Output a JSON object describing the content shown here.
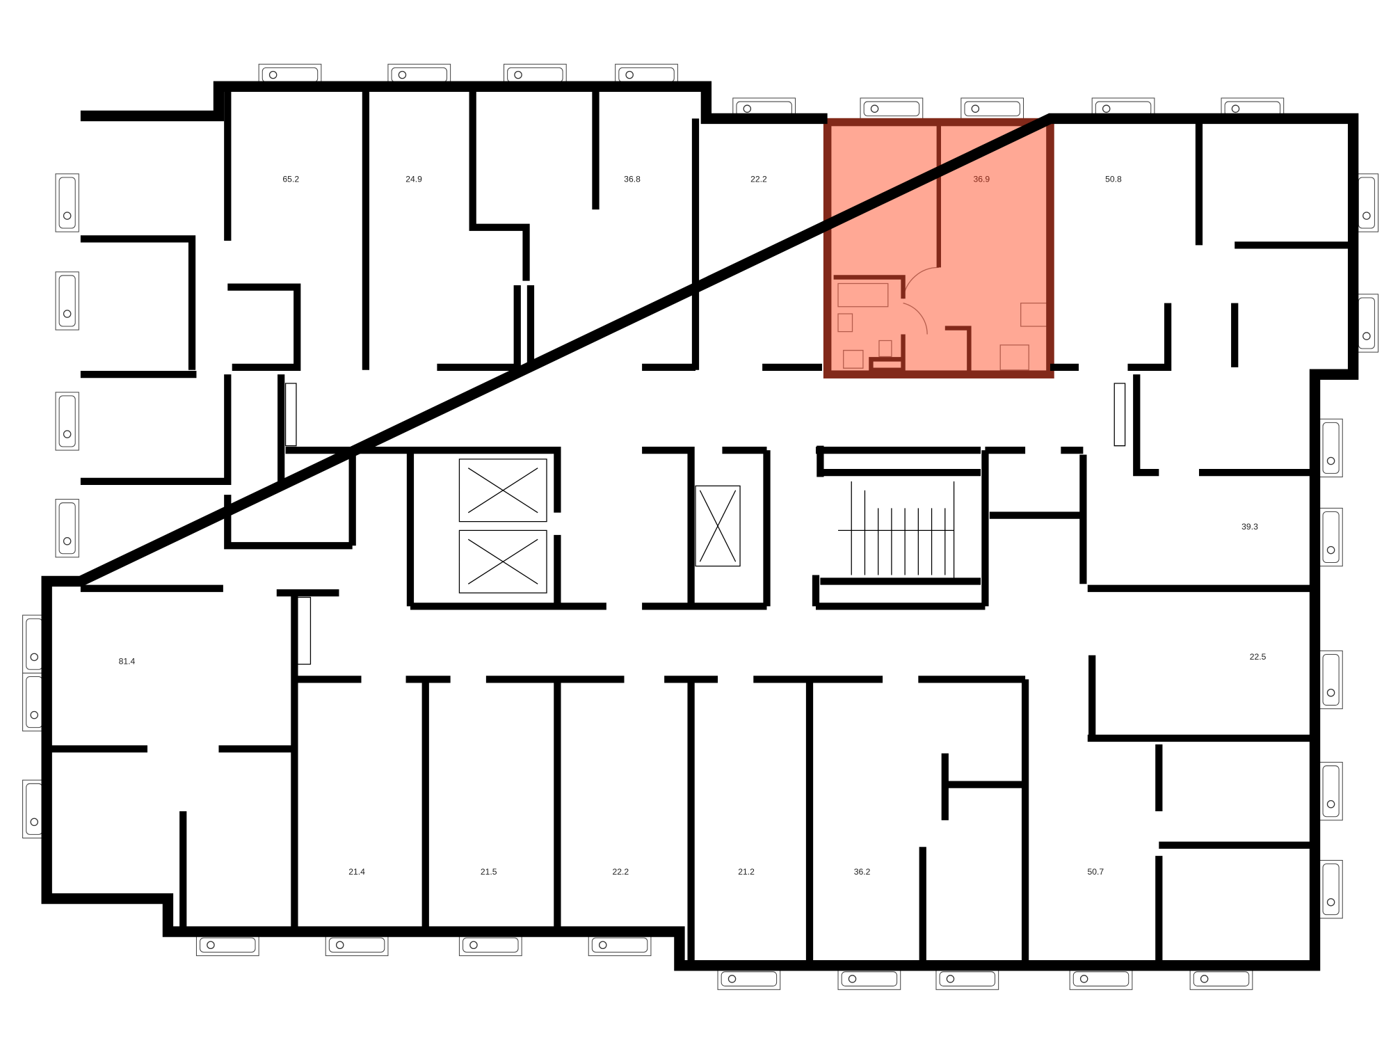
{
  "plan": {
    "highlight_fill": "#FFA895",
    "highlight_wall": "#82291A",
    "wall_color": "#000000",
    "units": [
      {
        "area": "65.2"
      },
      {
        "area": "24.9"
      },
      {
        "area": "36.8"
      },
      {
        "area": "22.2"
      },
      {
        "area": "36.9",
        "selected": true
      },
      {
        "area": "50.8"
      },
      {
        "area": "39.3"
      },
      {
        "area": "22.5"
      },
      {
        "area": "81.4"
      },
      {
        "area": "21.4"
      },
      {
        "area": "21.5"
      },
      {
        "area": "22.2"
      },
      {
        "area": "21.2"
      },
      {
        "area": "36.2"
      },
      {
        "area": "50.7"
      }
    ]
  }
}
